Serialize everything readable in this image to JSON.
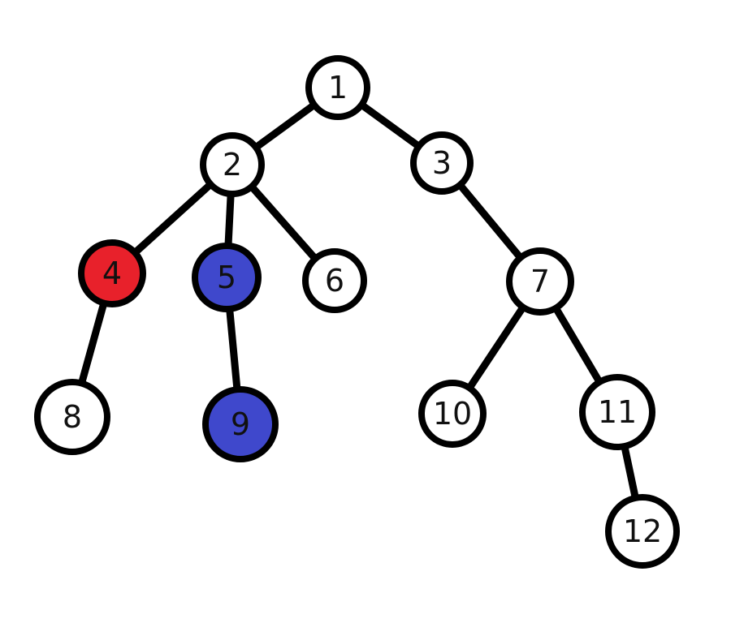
{
  "diagram": {
    "type": "tree",
    "colors": {
      "default_fill": "#ffffff",
      "red": "#e8212b",
      "blue": "#3f48cc",
      "stroke": "#000000",
      "label": "#111111"
    },
    "nodes": [
      {
        "id": "n1",
        "label": "1",
        "fill": "white"
      },
      {
        "id": "n2",
        "label": "2",
        "fill": "white"
      },
      {
        "id": "n3",
        "label": "3",
        "fill": "white"
      },
      {
        "id": "n4",
        "label": "4",
        "fill": "red"
      },
      {
        "id": "n5",
        "label": "5",
        "fill": "blue"
      },
      {
        "id": "n6",
        "label": "6",
        "fill": "white"
      },
      {
        "id": "n7",
        "label": "7",
        "fill": "white"
      },
      {
        "id": "n8",
        "label": "8",
        "fill": "white"
      },
      {
        "id": "n9",
        "label": "9",
        "fill": "blue"
      },
      {
        "id": "n10",
        "label": "10",
        "fill": "white"
      },
      {
        "id": "n11",
        "label": "11",
        "fill": "white"
      },
      {
        "id": "n12",
        "label": "12",
        "fill": "white"
      }
    ],
    "edges": [
      {
        "from": "n1",
        "to": "n2"
      },
      {
        "from": "n1",
        "to": "n3"
      },
      {
        "from": "n2",
        "to": "n4"
      },
      {
        "from": "n2",
        "to": "n5"
      },
      {
        "from": "n2",
        "to": "n6"
      },
      {
        "from": "n3",
        "to": "n7"
      },
      {
        "from": "n4",
        "to": "n8"
      },
      {
        "from": "n5",
        "to": "n9"
      },
      {
        "from": "n7",
        "to": "n10"
      },
      {
        "from": "n7",
        "to": "n11"
      },
      {
        "from": "n11",
        "to": "n12"
      }
    ]
  }
}
